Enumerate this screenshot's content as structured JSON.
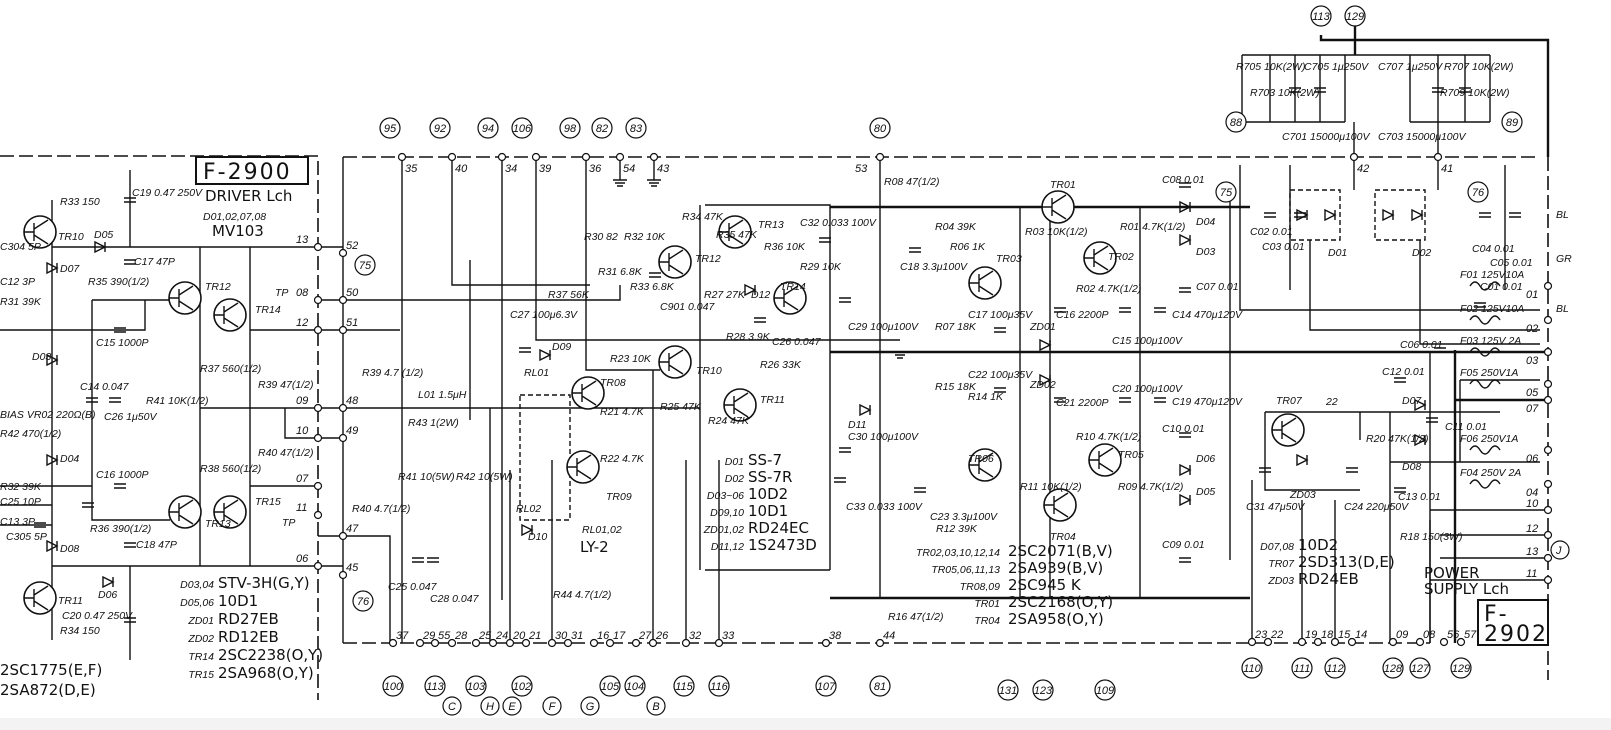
{
  "driver": {
    "model": "F-2900",
    "title": "DRIVER Lch",
    "diode_ref": "D01,02,07,08",
    "diode_part": "MV103"
  },
  "power": {
    "title1": "POWER",
    "title2": "SUPPLY Lch",
    "model1": "F-",
    "model2": "2902",
    "jack": "J"
  },
  "top_bubbles": [
    "95",
    "92",
    "94",
    "106",
    "98",
    "82",
    "83",
    "80",
    "113",
    "129",
    "88",
    "89"
  ],
  "top_pins": [
    "35",
    "40",
    "34",
    "39",
    "36",
    "54",
    "43",
    "53",
    "42",
    "41"
  ],
  "left_pins": [
    "13",
    "08",
    "12",
    "09",
    "10",
    "07",
    "11",
    "06"
  ],
  "tp_labels": [
    "TP",
    "TP"
  ],
  "mid_pins": [
    "52",
    "50",
    "51",
    "48",
    "49",
    "47",
    "45"
  ],
  "side_bubbles": [
    "75",
    "76",
    "75",
    "76"
  ],
  "bottom_pins": [
    "37",
    "29",
    "55",
    "28",
    "25",
    "24",
    "20",
    "21",
    "30",
    "31",
    "16",
    "17",
    "27",
    "26",
    "32",
    "33",
    "38",
    "44"
  ],
  "bottom_bubbles": [
    "100",
    "113",
    "103",
    "102",
    "105",
    "104",
    "115",
    "116",
    "107",
    "81",
    "131",
    "123",
    "109"
  ],
  "letter_bubbles": [
    "C",
    "H",
    "E",
    "F",
    "G",
    "B"
  ],
  "power_pins": [
    "23",
    "22",
    "19",
    "18",
    "15",
    "14",
    "09",
    "08",
    "56",
    "57"
  ],
  "power_bubbles": [
    "110",
    "111",
    "112",
    "128",
    "127",
    "129"
  ],
  "fuses": [
    "F01 125V10A",
    "F02 125V10A",
    "F03 125V 2A",
    "F05 250V1A",
    "F06 250V1A",
    "F04 250V 2A"
  ],
  "fuse_pins": [
    "01",
    "02",
    "03",
    "05",
    "07",
    "06",
    "04"
  ],
  "conn_pins": [
    "10",
    "12",
    "13",
    "11"
  ],
  "edge_labels": [
    "BL",
    "GR",
    "BL"
  ],
  "labels": [
    "R33 150",
    "TR10",
    "D05",
    "C19 0.47 250V",
    "C17 47P",
    "C304 5P",
    "D07",
    "C12 3P",
    "R35 390(1/2)",
    "TR12",
    "TR14",
    "R31 39K",
    "C15 1000P",
    "D03",
    "R37 560(1/2)",
    "R39 47(1/2)",
    "C14 0.047",
    "C26 1μ50V",
    "R41 10K(1/2)",
    "BIAS VR02 220Ω(B)",
    "R42 470(1/2)",
    "D04",
    "R38 560(1/2)",
    "R40 47(1/2)",
    "R32 39K",
    "C16 1000P",
    "C25 10P",
    "TR15",
    "C13 3P",
    "R36 390(1/2)",
    "TR13",
    "C18 47P",
    "C305 5P",
    "D08",
    "D06",
    "TR11",
    "R34 150",
    "C20 0.47 250V",
    "R39 4.7 (1/2)",
    "C27 100μ6.3V",
    "R30 82",
    "R32 10K",
    "R34 47K",
    "R35 47K",
    "TR13",
    "C32 0.033 100V",
    "R36 10K",
    "R31 6.8K",
    "R33 6.8K",
    "C901 0.047",
    "TR12",
    "R37 56K",
    "R27 27K",
    "D12",
    "R29 10K",
    "TR14",
    "R28 3.9K",
    "C26 0.047",
    "D09",
    "RL01",
    "R23 10K",
    "TR10",
    "TR08",
    "R21 4.7K",
    "R26 33K",
    "TR11",
    "R25 47K",
    "R24 47K",
    "L01 1.5μH",
    "R43 1(2W)",
    "R41 10(5W)",
    "R42 10(5W)",
    "C25 0.047",
    "C28 0.047",
    "R40 4.7(1/2)",
    "RL02",
    "D10",
    "TR09",
    "R22 4.7K",
    "R44 4.7(1/2)",
    "D11",
    "C33 0.033 100V",
    "R16 47(1/2)",
    "R08 47(1/2)",
    "C29 100μ100V",
    "C18 3.3μ100V",
    "R04 39K",
    "TR01",
    "R06 1K",
    "TR03",
    "R03 10K(1/2)",
    "TR02",
    "R01 4.7K(1/2)",
    "C08 0.01",
    "D04",
    "D03",
    "C07 0.01",
    "R02 4.7K(1/2)",
    "R07 18K",
    "C17 100μ35V",
    "ZD01",
    "C16 2200P",
    "C15 100μ100V",
    "C14 470μ120V",
    "C30 100μ100V",
    "R15 18K",
    "R14 1K",
    "C22 100μ35V",
    "ZD02",
    "C21 2200P",
    "C20 100μ100V",
    "C19 470μ120V",
    "C10 0.01",
    "D06",
    "D05",
    "TR06",
    "R10 4.7K(1/2)",
    "TR05",
    "R11 10K(1/2)",
    "R09 4.7K(1/2)",
    "C23 3.3μ100V",
    "R12 39K",
    "TR04",
    "C09 0.01",
    "C02 0.01",
    "C03 0.01",
    "D01",
    "D02",
    "C04 0.01",
    "C05 0.01",
    "C01 0.01",
    "C06 0.01",
    "C12 0.01",
    "D07",
    "C11 0.01",
    "D08",
    "C13 0.01",
    "TR07",
    "22",
    "R20 47K(1/2)",
    "C31 47μ50V",
    "ZD03",
    "C24 220μ50V",
    "R18 150(3W)",
    "R705 10K(2W)",
    "R703 10K(2W)",
    "C701 15000μ100V",
    "C705 1μ250V",
    "C707 1μ250V",
    "C703 15000μ100V",
    "R707 10K(2W)",
    "R709 10K(2W)"
  ],
  "parts_transistors_left": [
    "2SC1775(E,F)",
    "2SA872(D,E)"
  ],
  "parts_left": [
    {
      "ref": "D03,04",
      "part": "STV-3H(G,Y)"
    },
    {
      "ref": "D05,06",
      "part": "10D1"
    },
    {
      "ref": "ZD01",
      "part": "RD27EB"
    },
    {
      "ref": "ZD02",
      "part": "RD12EB"
    },
    {
      "ref": "TR14",
      "part": "2SC2238(O,Y)"
    },
    {
      "ref": "TR15",
      "part": "2SA968(O,Y)"
    }
  ],
  "parts_mid": [
    {
      "ref": "D01",
      "part": "SS-7"
    },
    {
      "ref": "D02",
      "part": "SS-7R"
    },
    {
      "ref": "D03~06",
      "part": "10D2"
    },
    {
      "ref": "D09,10",
      "part": "10D1"
    },
    {
      "ref": "ZD01,02",
      "part": "RD24EC"
    },
    {
      "ref": "D11,12",
      "part": "1S2473D"
    }
  ],
  "relay": {
    "ref": "RL01,02",
    "part": "LY-2"
  },
  "parts_right": [
    {
      "ref": "TR02,03,10,12,14",
      "part": "2SC2071(B,V)"
    },
    {
      "ref": "TR05,06,11,13",
      "part": "2SA939(B,V)"
    },
    {
      "ref": "TR08,09",
      "part": "2SC945 K"
    },
    {
      "ref": "TR01",
      "part": "2SC2168(O,Y)"
    },
    {
      "ref": "TR04",
      "part": "2SA958(O,Y)"
    }
  ],
  "parts_power": [
    {
      "ref": "D07,08",
      "part": "10D2"
    },
    {
      "ref": "TR07",
      "part": "2SD313(D,E)"
    },
    {
      "ref": "ZD03",
      "part": "RD24EB"
    }
  ]
}
